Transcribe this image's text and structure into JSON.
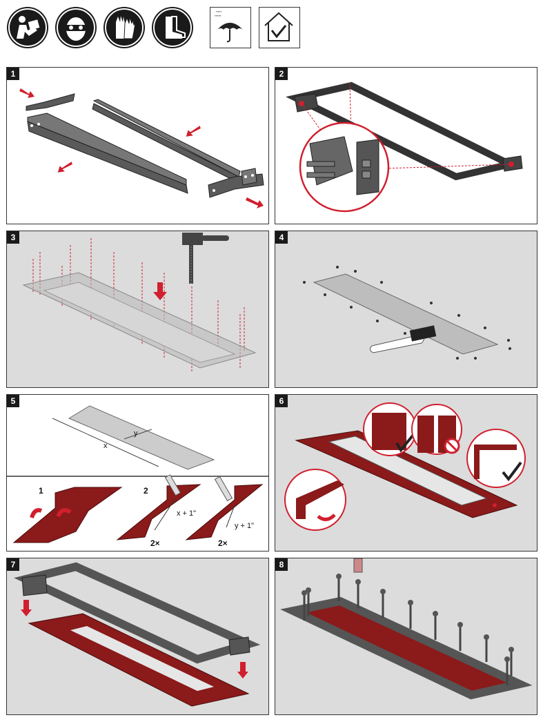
{
  "header_icons": [
    {
      "name": "read-manual-icon"
    },
    {
      "name": "safety-goggles-icon"
    },
    {
      "name": "gloves-icon"
    },
    {
      "name": "safety-boots-icon"
    }
  ],
  "header_boxes": [
    {
      "name": "rain-umbrella-icon"
    },
    {
      "name": "house-check-icon"
    }
  ],
  "steps": [
    {
      "number": "1"
    },
    {
      "number": "2"
    },
    {
      "number": "3"
    },
    {
      "number": "4"
    },
    {
      "number": "5"
    },
    {
      "number": "6"
    },
    {
      "number": "7"
    },
    {
      "number": "8"
    }
  ],
  "step5": {
    "dim_x": "x",
    "dim_y": "y",
    "sub1": "1",
    "sub2": "2",
    "cut_x": "x + 1\"",
    "cut_y": "y + 1\"",
    "times_a": "2×",
    "times_b": "2×"
  },
  "colors": {
    "accent": "#d01f2e",
    "membrane": "#8b1a1a",
    "frame": "#4a4a4a",
    "panel_grey": "#dcdcdc"
  }
}
